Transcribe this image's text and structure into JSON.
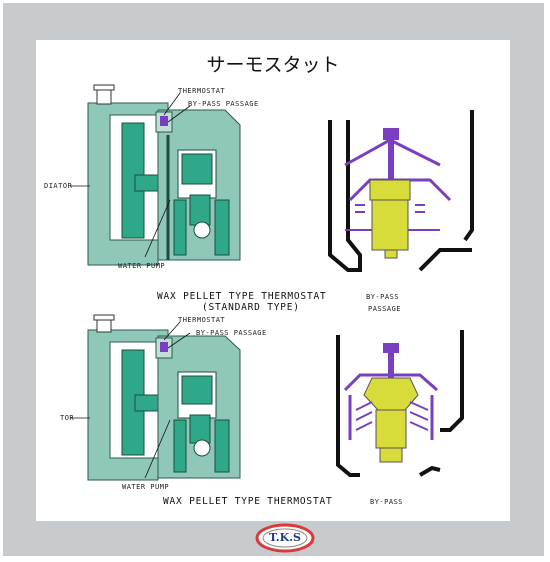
{
  "title": "サーモスタット",
  "top_diagram": {
    "labels": {
      "thermostat": "THERMOSTAT",
      "bypass_passage": "BY-PASS PASSAGE",
      "radiator": "DIATOR",
      "water_pump": "WATER PUMP",
      "bypass": "BY-PASS",
      "passage": "PASSAGE"
    },
    "caption_line1": "WAX PELLET TYPE THERMOSTAT",
    "caption_line2": "(STANDARD TYPE)"
  },
  "bottom_diagram": {
    "labels": {
      "thermostat": "THERMOSTAT",
      "bypass_passage": "BY-PASS PASSAGE",
      "radiator": "TOR",
      "water_pump": "WATER PUMP",
      "bypass": "BY-PASS"
    },
    "caption_line1": "WAX PELLET TYPE THERMOSTAT"
  },
  "logo": {
    "text": "T.K.S"
  },
  "colors": {
    "coolant": "#2fa88a",
    "engine_body": "#8fc7b8",
    "frame": "#5f9f8e",
    "valve_frame": "#7a3fc0",
    "pellet": "#d8dc3a",
    "logo_ring": "#d93a3a"
  }
}
